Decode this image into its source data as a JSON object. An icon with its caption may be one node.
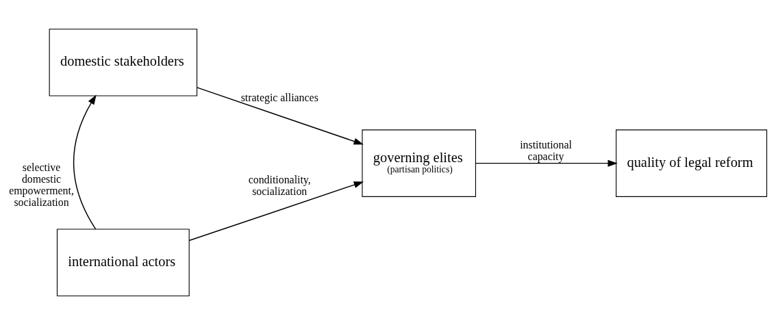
{
  "diagram": {
    "nodes": [
      {
        "text": [
          "domestic stakeholders"
        ]
      },
      {
        "text": [
          "international actors"
        ]
      },
      {
        "text": [
          "governing elites",
          "(partisan politics)"
        ]
      },
      {
        "text": [
          "quality of legal reform"
        ]
      }
    ],
    "edges": [
      {
        "from": 1,
        "to": 0,
        "arrow": "to",
        "label": "selective domestic empowerment, socialization"
      },
      {
        "from": 0,
        "to": 2,
        "arrow": "to",
        "label": "strategic alliances"
      },
      {
        "from": 1,
        "to": 2,
        "arrow": "to",
        "label": "conditionality, socialization"
      },
      {
        "from": 2,
        "to": 3,
        "arrow": "to",
        "label": "institutional capacity"
      }
    ]
  }
}
